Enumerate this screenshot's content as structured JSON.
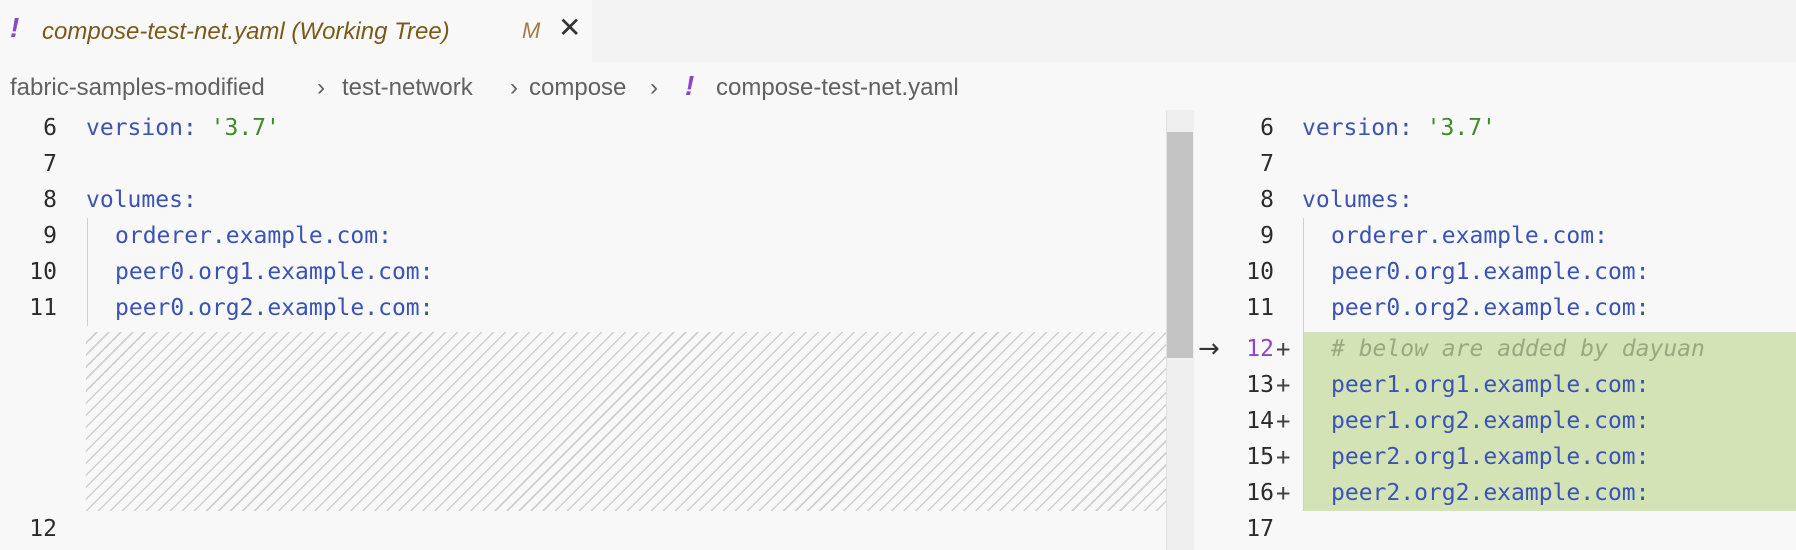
{
  "tab": {
    "modified_marker": "!",
    "title": "compose-test-net.yaml (Working Tree)",
    "status": "M",
    "close": "✕"
  },
  "breadcrumb": {
    "items": [
      "fabric-samples-modified",
      "test-network",
      "compose"
    ],
    "separator": "›",
    "file_marker": "!",
    "file": "compose-test-net.yaml"
  },
  "left": {
    "lines": [
      {
        "num": "6",
        "key": "version",
        "colon": ": ",
        "value": "'3.7'"
      },
      {
        "num": "7",
        "key": "",
        "colon": "",
        "value": ""
      },
      {
        "num": "8",
        "key": "volumes",
        "colon": ":",
        "value": ""
      },
      {
        "num": "9",
        "key": "orderer.example.com",
        "colon": ":",
        "value": ""
      },
      {
        "num": "10",
        "key": "peer0.org1.example.com",
        "colon": ":",
        "value": ""
      },
      {
        "num": "11",
        "key": "peer0.org2.example.com",
        "colon": ":",
        "value": ""
      },
      {
        "num": "12",
        "key": "",
        "colon": "",
        "value": ""
      }
    ]
  },
  "right": {
    "arrow": "→",
    "lines": [
      {
        "num": "6",
        "key": "version",
        "colon": ": ",
        "value": "'3.7'",
        "added": false
      },
      {
        "num": "7",
        "key": "",
        "colon": "",
        "value": "",
        "added": false
      },
      {
        "num": "8",
        "key": "volumes",
        "colon": ":",
        "value": "",
        "added": false
      },
      {
        "num": "9",
        "key": "orderer.example.com",
        "colon": ":",
        "value": "",
        "added": false
      },
      {
        "num": "10",
        "key": "peer0.org1.example.com",
        "colon": ":",
        "value": "",
        "added": false
      },
      {
        "num": "11",
        "key": "peer0.org2.example.com",
        "colon": ":",
        "value": "",
        "added": false
      },
      {
        "num": "12",
        "comment": "# below are added by dayuan",
        "added": true,
        "plus": "+"
      },
      {
        "num": "13",
        "key": "peer1.org1.example.com",
        "colon": ":",
        "added": true,
        "plus": "+"
      },
      {
        "num": "14",
        "key": "peer1.org2.example.com",
        "colon": ":",
        "added": true,
        "plus": "+"
      },
      {
        "num": "15",
        "key": "peer2.org1.example.com",
        "colon": ":",
        "added": true,
        "plus": "+"
      },
      {
        "num": "16",
        "key": "peer2.org2.example.com",
        "colon": ":",
        "added": true,
        "plus": "+"
      },
      {
        "num": "17",
        "key": "",
        "colon": "",
        "added": false
      }
    ]
  },
  "colors": {
    "key": "#3a53b5",
    "string": "#3f8a2b",
    "added_bg": "#d3e3b6",
    "modified_marker": "#8e44c9"
  }
}
